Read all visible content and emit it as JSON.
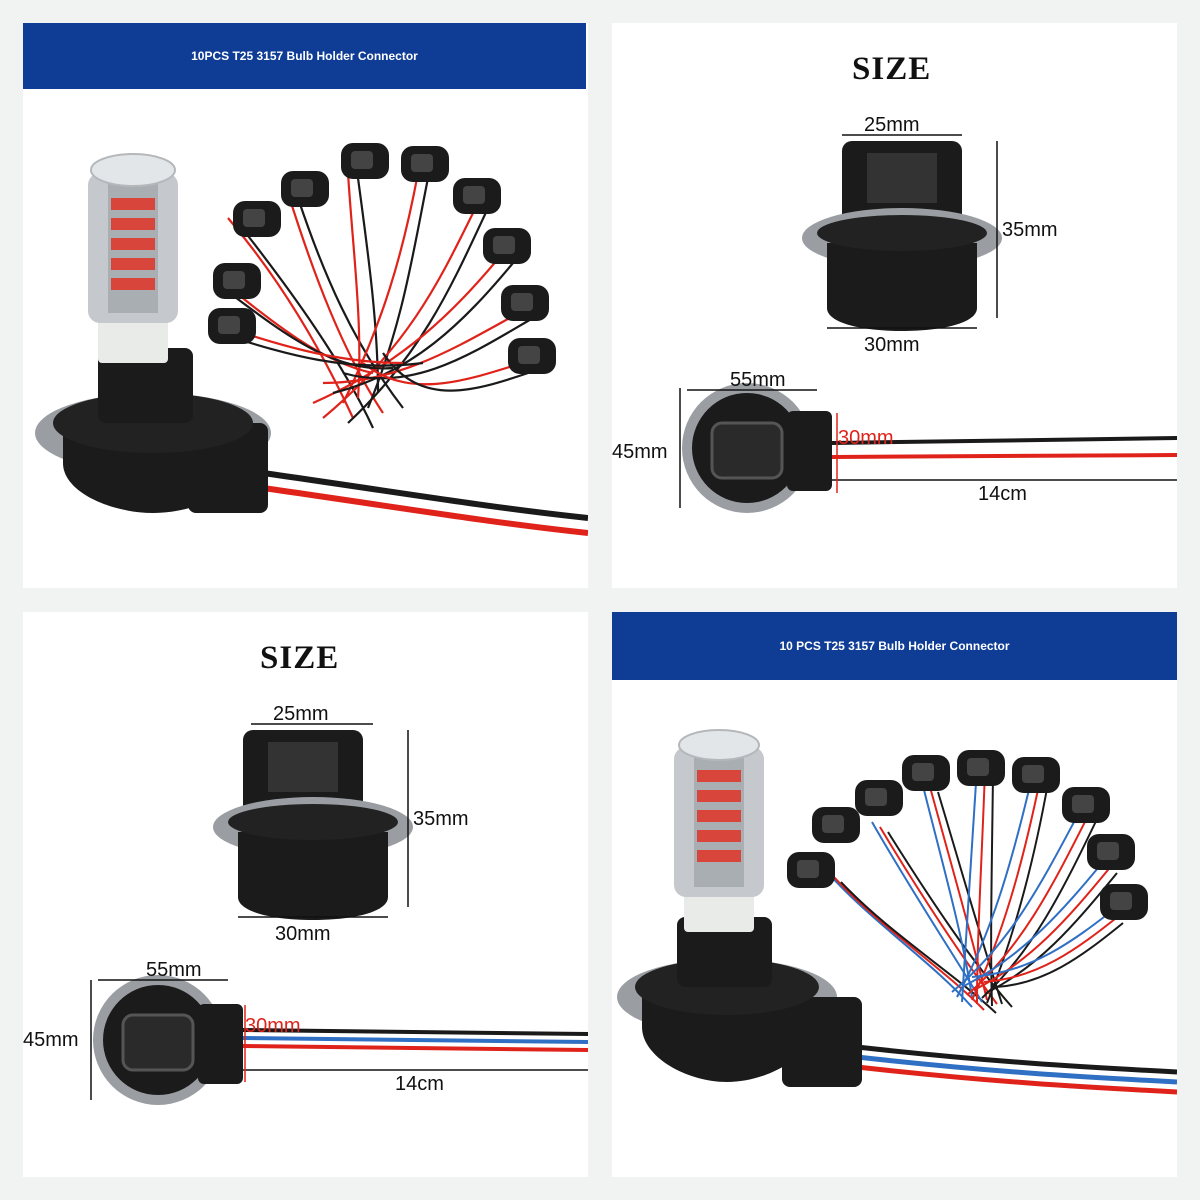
{
  "panels": {
    "top_left": {
      "banner": "10PCS T25 3157 Bulb Holder Connector"
    },
    "top_right": {
      "title": "SIZE",
      "dims": {
        "top_width": "25mm",
        "height": "35mm",
        "bottom_width": "30mm",
        "side_width": "55mm",
        "side_height": "45mm",
        "plug_height": "30mm",
        "cable_length": "14cm"
      }
    },
    "bottom_left": {
      "title": "SIZE",
      "dims": {
        "top_width": "25mm",
        "height": "35mm",
        "bottom_width": "30mm",
        "side_width": "55mm",
        "side_height": "45mm",
        "plug_height": "30mm",
        "cable_length": "14cm"
      }
    },
    "bottom_right": {
      "banner": "10 PCS T25 3157 Bulb Holder Connector"
    }
  },
  "colors": {
    "banner": "#0f3d96",
    "wire_red": "#e0231a",
    "wire_black": "#1a1a1a",
    "wire_blue": "#2f6fc4",
    "socket": "#1b1b1b",
    "gasket": "#9a9ea3"
  }
}
